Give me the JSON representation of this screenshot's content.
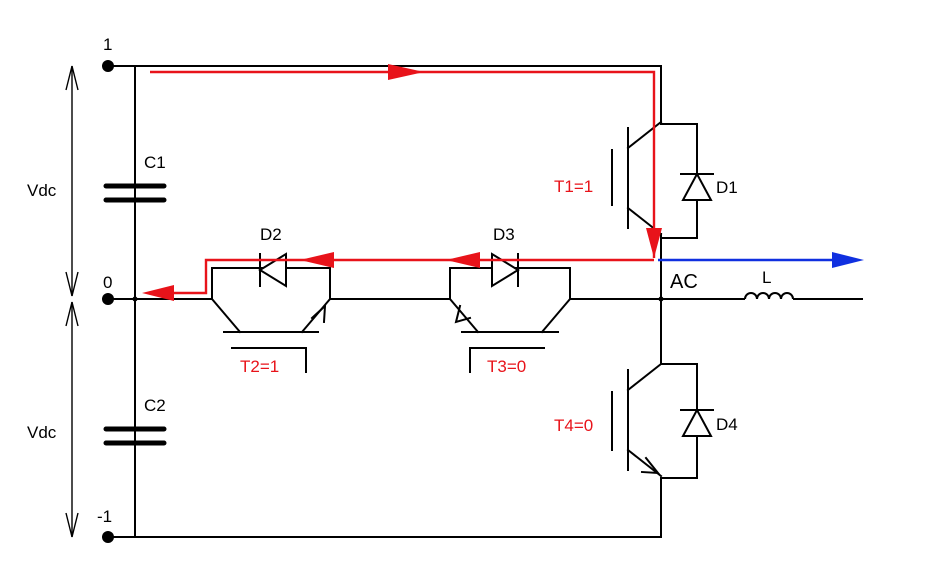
{
  "nodes": {
    "top": "1",
    "mid": "0",
    "bottom": "-1",
    "ac": "AC"
  },
  "labels": {
    "vdc_upper": "Vdc",
    "vdc_lower": "Vdc",
    "c1": "C1",
    "c2": "C2",
    "d1": "D1",
    "d2": "D2",
    "d3": "D3",
    "d4": "D4",
    "inductor": "L"
  },
  "switch_states": {
    "t1": "T1=1",
    "t2": "T2=1",
    "t3": "T3=0",
    "t4": "T4=0"
  },
  "colors": {
    "current_path": "#e8131a",
    "output_current": "#1030e0",
    "state_text": "#e8131a",
    "wire": "#000000"
  }
}
